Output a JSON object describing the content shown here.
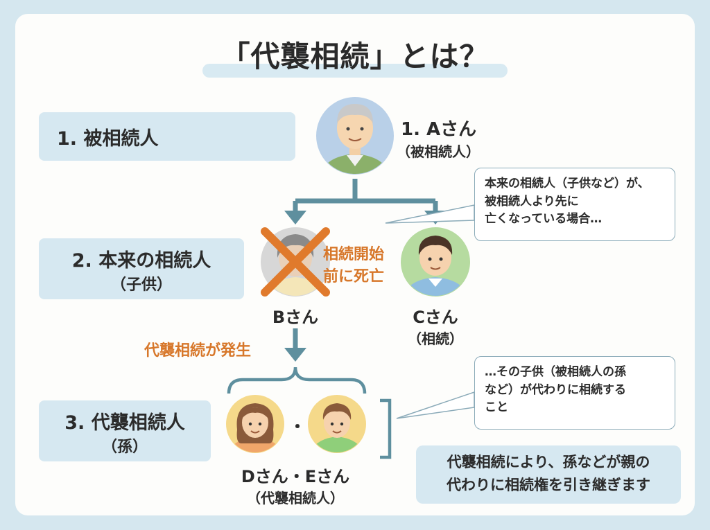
{
  "title": "「代襲相続」とは？",
  "levels": [
    {
      "label": "1. 被相続人",
      "sub": ""
    },
    {
      "label": "2. 本来の相続人",
      "sub": "（子供）"
    },
    {
      "label": "3. 代襲相続人",
      "sub": "（孫）"
    }
  ],
  "people": {
    "a": {
      "name": "1. Aさん",
      "role": "（被相続人）"
    },
    "b": {
      "name": "Bさん"
    },
    "c": {
      "name": "Cさん",
      "role": "（相続）"
    },
    "de": {
      "name": "Dさん・Eさん",
      "role": "（代襲相続人）",
      "separator": "・"
    }
  },
  "annotations": {
    "death_line1": "相続開始",
    "death_line2": "前に死亡",
    "occurs": "代襲相続が発生"
  },
  "bubbles": {
    "top": [
      "本来の相続人（子供など）が、",
      "被相続人より先に",
      "亡くなっている場合…"
    ],
    "bottom": [
      "…その子供（被相続人の孫",
      "など）が代わりに相続する",
      "こと"
    ]
  },
  "summary": [
    "代襲相続により、孫などが親の",
    "代わりに相続権を引き継ぎます"
  ],
  "colors": {
    "background": "#d5e7ef",
    "label_box": "#d6e8f1",
    "connector": "#5e8f9e",
    "accent_orange": "#d7772a"
  }
}
